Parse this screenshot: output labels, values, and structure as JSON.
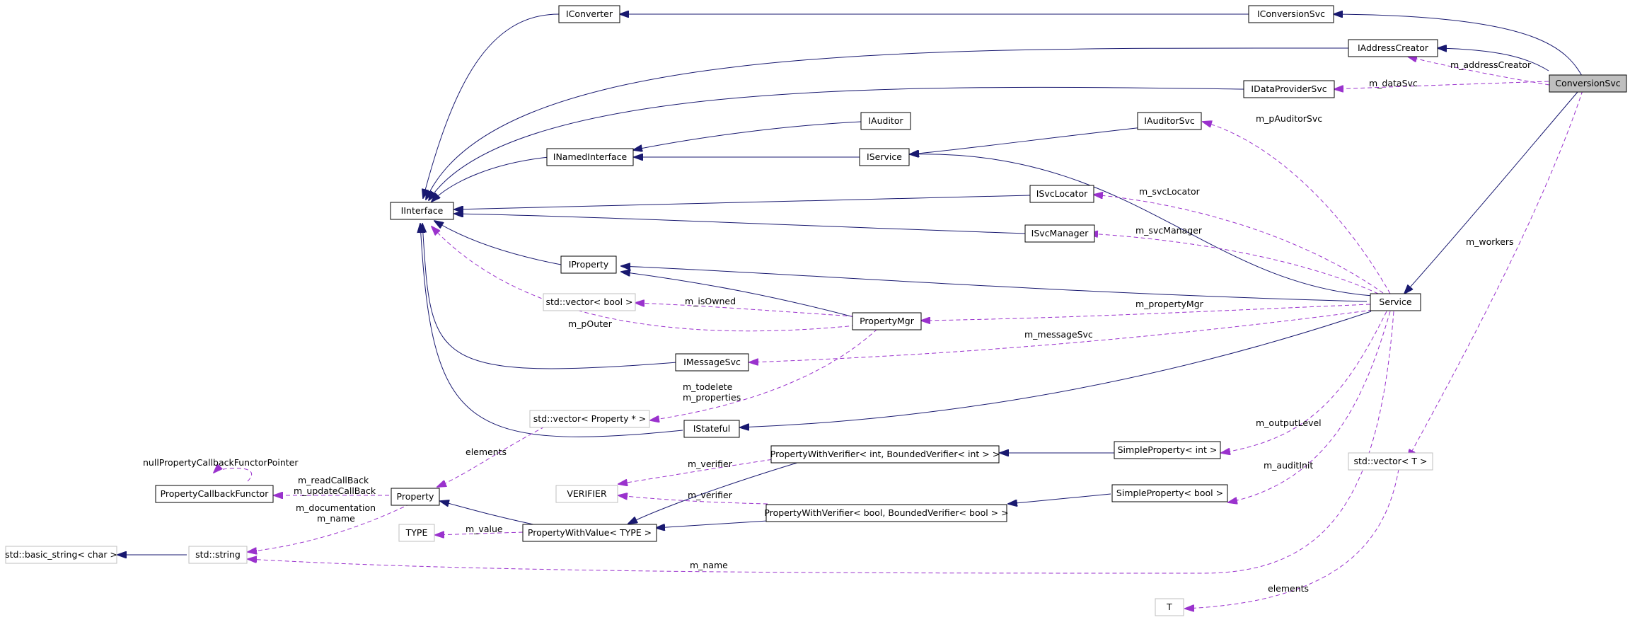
{
  "colors": {
    "inheritance": "#191970",
    "usage": "#9a32cd",
    "template": "#ff8080",
    "focus_fill": "#bfbfbf",
    "box_border": "#000000",
    "external_border": "#bfbfbf"
  },
  "nodes": {
    "conversionsvc": "ConversionSvc",
    "iconversionsvc": "IConversionSvc",
    "iconverter": "IConverter",
    "iaddresscreator": "IAddressCreator",
    "idataprovidersvc": "IDataProviderSvc",
    "iauditor": "IAuditor",
    "iauditorsvc": "IAuditorSvc",
    "inamedinterface": "INamedInterface",
    "iservice": "IService",
    "iinterface": "IInterface",
    "isvclocator": "ISvcLocator",
    "isvcmanager": "ISvcManager",
    "iproperty": "IProperty",
    "vector_bool": "std::vector< bool >",
    "propertymgr": "PropertyMgr",
    "service": "Service",
    "imessagesvc": "IMessageSvc",
    "vector_property": "std::vector< Property * >",
    "istateful": "IStateful",
    "pwv_int": "PropertyWithVerifier< int, BoundedVerifier< int > >",
    "simpleproperty_int": "SimpleProperty< int >",
    "vector_t": "std::vector< T >",
    "propertycallbackfunctor": "PropertyCallbackFunctor",
    "property": "Property",
    "verifier": "VERIFIER",
    "pwv_bool": "PropertyWithVerifier< bool, BoundedVerifier< bool > >",
    "simpleproperty_bool": "SimpleProperty< bool >",
    "type": "TYPE",
    "propertywithvalue": "PropertyWithValue< TYPE >",
    "basic_string": "std::basic_string< char >",
    "string": "std::string",
    "t": "T"
  },
  "edge_labels": {
    "m_addresscreator": "m_addressCreator",
    "m_datasvc": "m_dataSvc",
    "m_pauditorsvc": "m_pAuditorSvc",
    "m_svclocator": "m_svcLocator",
    "m_svcmanager": "m_svcManager",
    "m_workers": "m_workers",
    "m_isowned": "m_isOwned",
    "m_propertymgr": "m_propertyMgr",
    "m_pouter": "m_pOuter",
    "m_messagesvc": "m_messageSvc",
    "m_todelete": "m_todelete",
    "m_properties": "m_properties",
    "m_outputlevel": "m_outputLevel",
    "elements_property": "elements",
    "m_verifier_int": "m_verifier",
    "nullpropertycallbackfunctorpointer": "nullPropertyCallbackFunctorPointer",
    "m_readcallback": "m_readCallBack",
    "m_updatecallback": "m_updateCallBack",
    "m_auditinit": "m_auditInit",
    "m_verifier_bool": "m_verifier",
    "m_documentation": "m_documentation",
    "m_name_property": "m_name",
    "m_value": "m_value",
    "m_name_service": "m_name",
    "elements_t": "elements"
  }
}
